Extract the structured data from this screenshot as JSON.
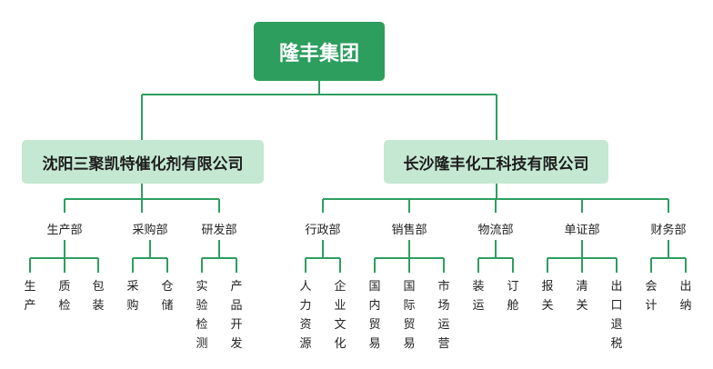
{
  "root": {
    "label": "隆丰集团"
  },
  "companies": [
    {
      "name": "沈阳三聚凯特催化剂有限公司",
      "departments": [
        {
          "name": "生产部",
          "leaves": [
            "生产",
            "质检",
            "包装"
          ]
        },
        {
          "name": "采购部",
          "leaves": [
            "采购",
            "仓储"
          ]
        },
        {
          "name": "研发部",
          "leaves": [
            "实验检测",
            "产品开发"
          ]
        }
      ]
    },
    {
      "name": "长沙隆丰化工科技有限公司",
      "departments": [
        {
          "name": "行政部",
          "leaves": [
            "人力资源",
            "企业文化"
          ]
        },
        {
          "name": "销售部",
          "leaves": [
            "国内贸易",
            "国际贸易",
            "市场运营"
          ]
        },
        {
          "name": "物流部",
          "leaves": [
            "装运",
            "订舱"
          ]
        },
        {
          "name": "单证部",
          "leaves": [
            "报关",
            "清关",
            "出口退税"
          ]
        },
        {
          "name": "财务部",
          "leaves": [
            "会计",
            "出纳"
          ]
        }
      ]
    }
  ],
  "colors": {
    "line": "#2e9e5f",
    "root_fill": "#2e9e5f",
    "company_fill": "#c4e8d1"
  }
}
